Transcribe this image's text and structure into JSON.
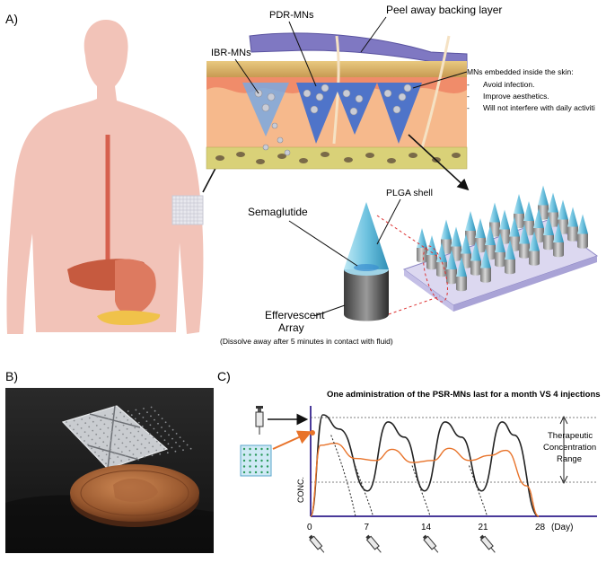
{
  "panels": {
    "a_label": "A)",
    "b_label": "B)",
    "c_label": "C)"
  },
  "panel_a": {
    "pdr_label": "PDR-MNs",
    "ibr_label": "IBR-MNs",
    "backing_label": "Peel away backing layer",
    "embedded_title": "MNs embedded inside the skin:",
    "benefits": [
      "Avoid infection.",
      "Improve aesthetics.",
      "Will not interfere with daily activiti"
    ],
    "bullet": "-",
    "plga_label": "PLGA shell",
    "sema_label": "Semaglutide",
    "eff_label_1": "Effervescent",
    "eff_label_2": "Array",
    "dissolve_note": "(Dissolve away after 5 minutes in contact with fluid)"
  },
  "panel_c": {
    "title": "One administration of the PSR-MNs last for a month VS 4 injections",
    "y_label": "CONC.",
    "range_1": "Therapeutic",
    "range_2": "Concentration",
    "range_3": "Range",
    "x_unit": "(Day)",
    "colors": {
      "injection": "#222222",
      "microneedle": "#e8732a",
      "axis": "#4a3a9a"
    },
    "chart_data": {
      "type": "line",
      "x_ticks": [
        0,
        7,
        14,
        21,
        28
      ],
      "xlabel": "(Day)",
      "ylabel": "CONC.",
      "series": [
        {
          "name": "",
          "color": "#222222",
          "x": [
            0,
            1.5,
            3.5,
            7,
            9.5,
            11.5,
            14,
            16.5,
            18.5,
            21,
            23.5,
            25,
            28
          ],
          "y": [
            0,
            1.0,
            0.86,
            0.25,
            0.93,
            0.78,
            0.25,
            0.93,
            0.78,
            0.25,
            0.93,
            0.8,
            0
          ]
        },
        {
          "name": "",
          "color": "#e8732a",
          "x": [
            0,
            1.2,
            3,
            5.5,
            8,
            10,
            12.5,
            15,
            17,
            19.5,
            22,
            24,
            26.5,
            28
          ],
          "y": [
            0,
            0.7,
            0.72,
            0.57,
            0.55,
            0.66,
            0.53,
            0.55,
            0.67,
            0.55,
            0.6,
            0.65,
            0.3,
            0
          ]
        }
      ]
    }
  }
}
